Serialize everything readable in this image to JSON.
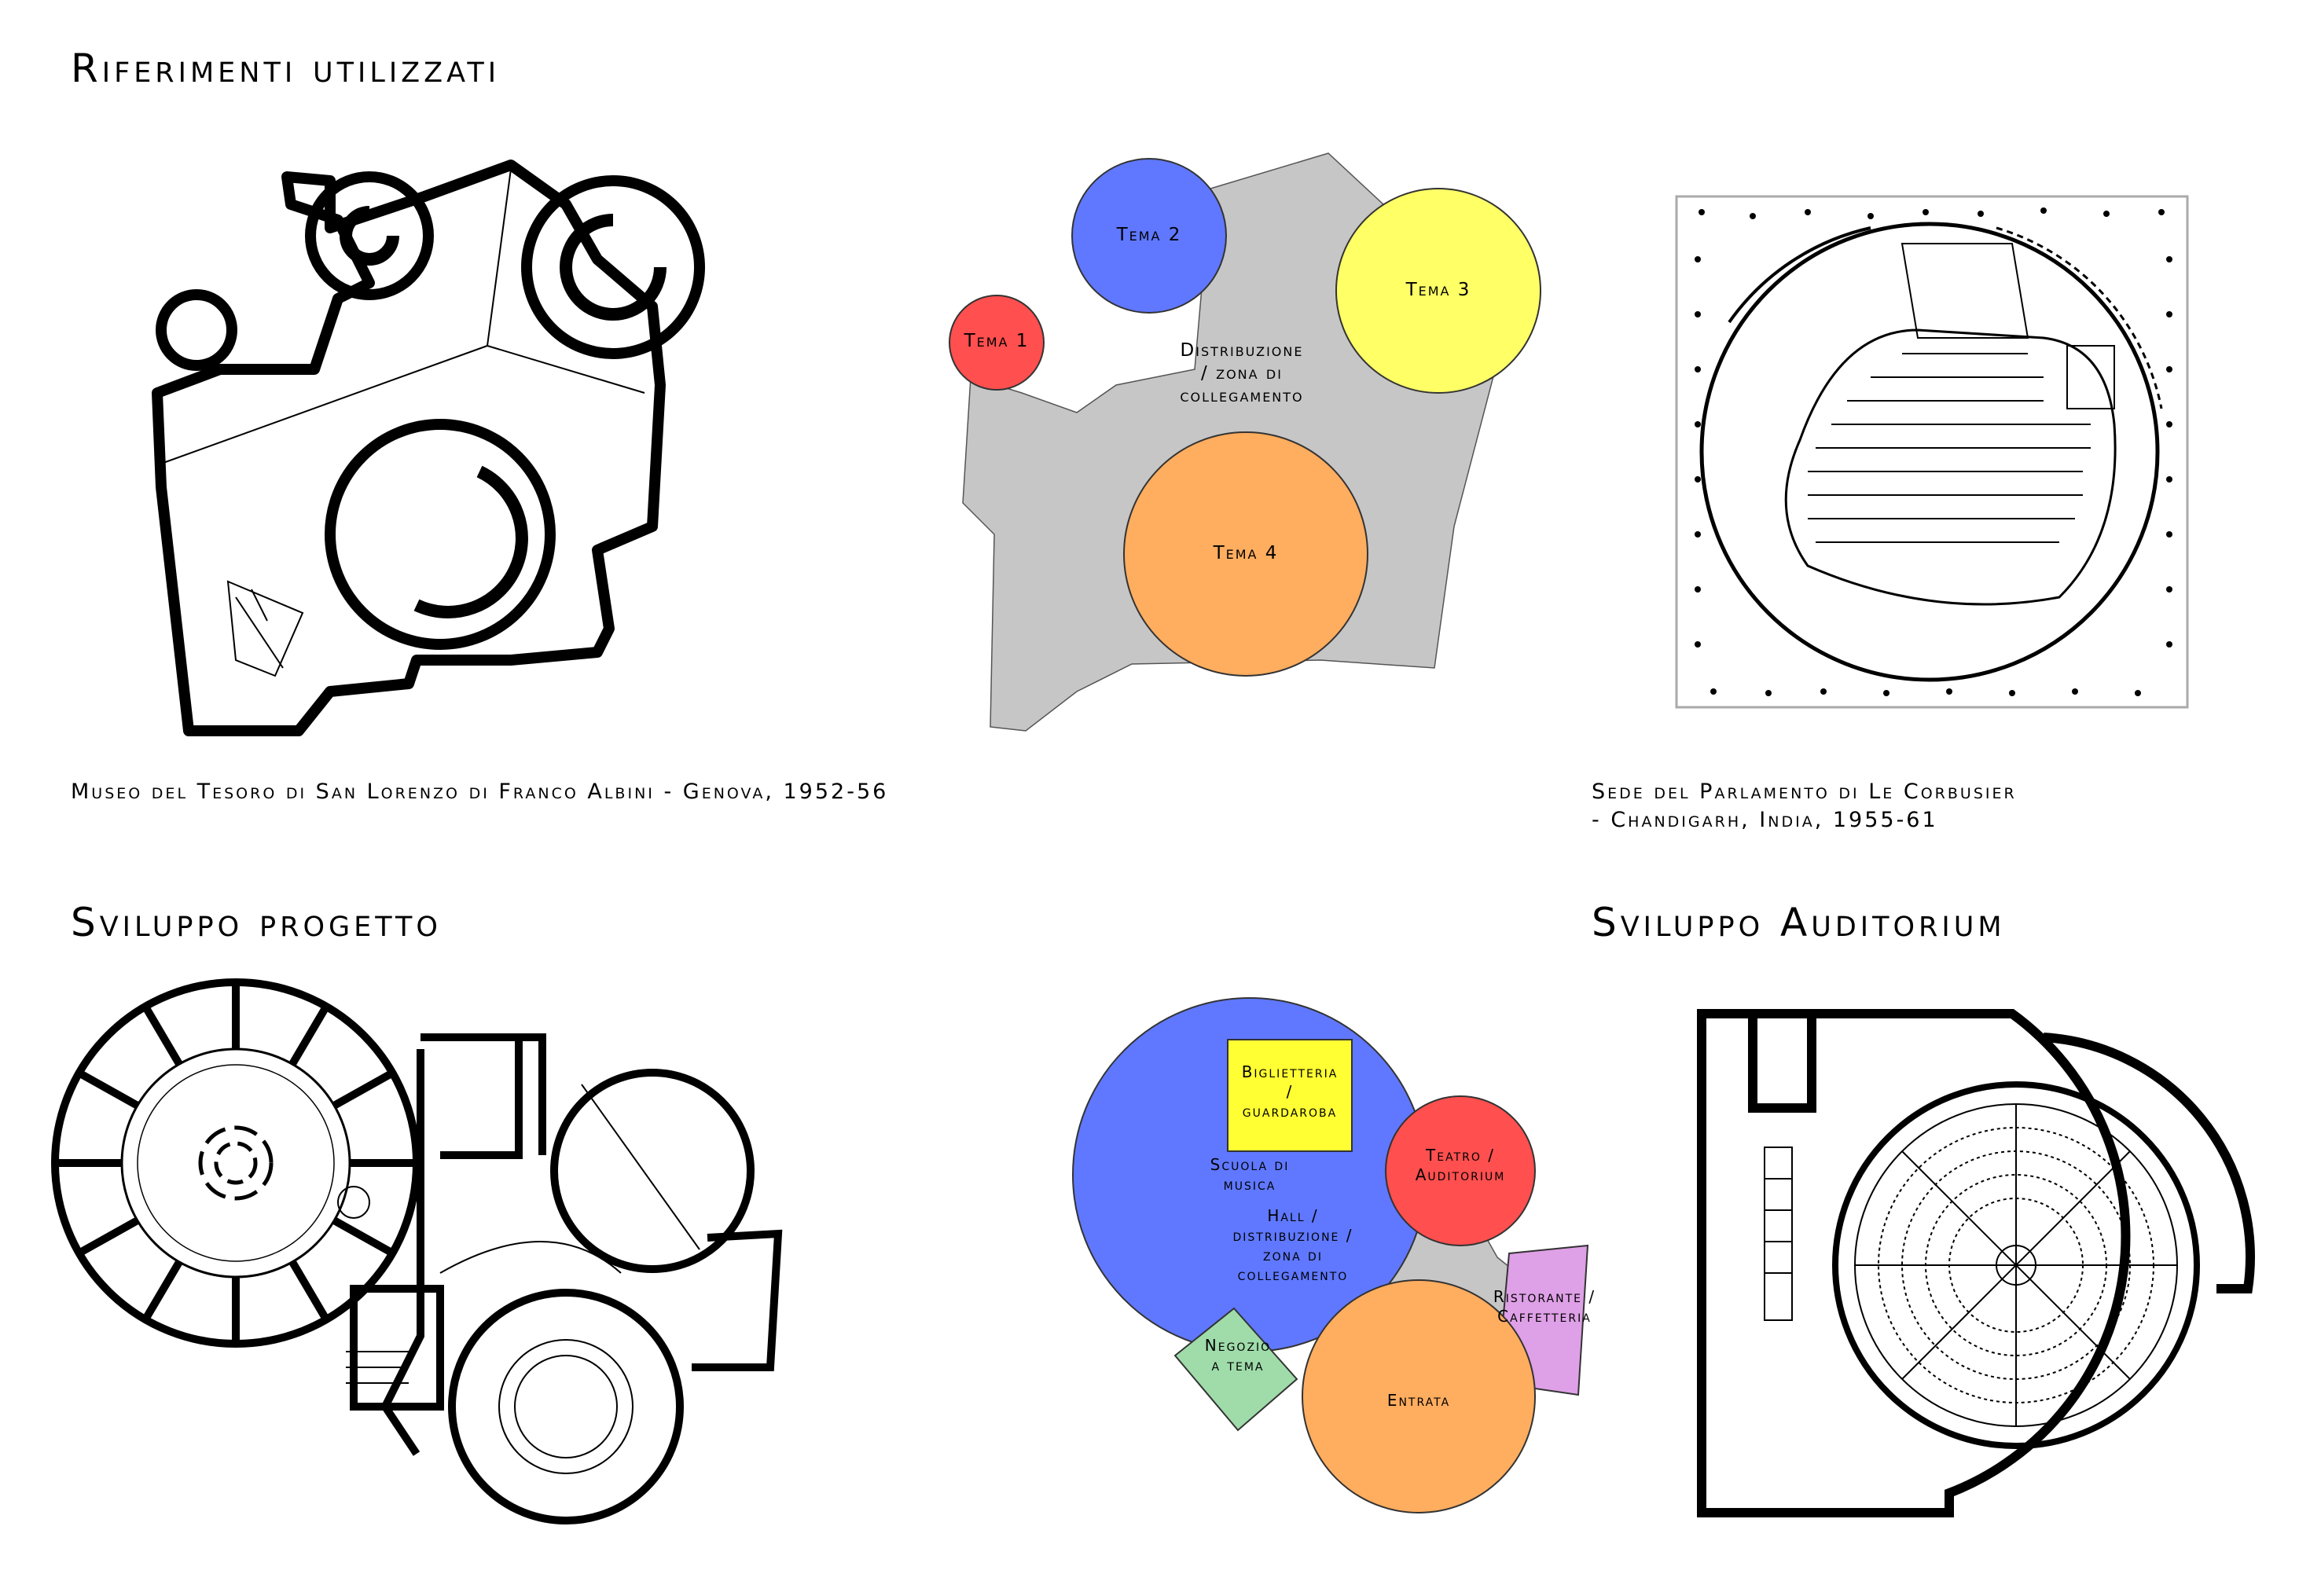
{
  "headings": {
    "references": "Riferimenti utilizzati",
    "project_development": "Sviluppo progetto",
    "auditorium_development": "Sviluppo Auditorium"
  },
  "captions": {
    "albini": "Museo del Tesoro di San Lorenzo di Franco Albini - Genova, 1952-56",
    "corbusier_line1": "Sede del Parlamento di Le Corbusier",
    "corbusier_line2": "- Chandigarh, India, 1955-61"
  },
  "scheme_top": {
    "tema1": "Tema 1",
    "tema2": "Tema 2",
    "tema3": "Tema 3",
    "tema4": "Tema 4",
    "distribution": "Distribuzione\n/ zona di\ncollegamento"
  },
  "scheme_bottom": {
    "music_school": "Scuola di\nmusica",
    "ticket": "Biglietteria\n/\nguardaroba",
    "theatre": "Teatro /\nAuditorium",
    "hall": "Hall /\ndistribuzione /\nzona di\ncollegamento",
    "restaurant": "Ristorante /\nCaffetteria",
    "shop": "Negozio\na tema",
    "entrance": "Entrata"
  },
  "colors": {
    "blue": "#5f78ff",
    "red": "#ff4f4f",
    "yellow": "#ffff66",
    "orange": "#ffad5f",
    "green": "#9fdcaa",
    "purple": "#dea0e6",
    "gray": "#c6c6c6",
    "yellow_box": "#ffff33"
  }
}
